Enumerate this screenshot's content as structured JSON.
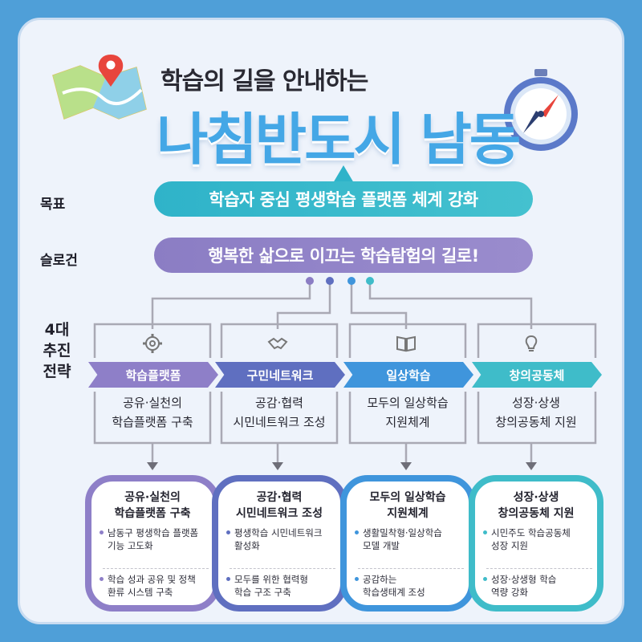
{
  "header": {
    "subtitle": "학습의 길을 안내하는",
    "title": "나침반도시 남동"
  },
  "labels": {
    "goal": "목표",
    "slogan": "슬로건",
    "strategy": "4대\n추진\n전략"
  },
  "goal_text": "학습자 중심 평생학습 플랫폼 체계 강화",
  "slogan_text": "행복한 삶으로 이끄는 학습탐험의 길로!",
  "strategies": [
    {
      "name": "학습플랫폼",
      "icon": "gear-icon",
      "color": "#8e7fc8",
      "desc_line1": "공유·실천의",
      "desc_line2": "학습플랫폼 구축",
      "card_title_line1": "공유·실천의",
      "card_title_line2": "학습플랫폼 구축",
      "items": [
        {
          "line1": "남동구 평생학습 플랫폼",
          "line2": "기능 고도화"
        },
        {
          "line1": "학습 성과 공유 및 정책",
          "line2": "환류 시스템 구축"
        }
      ]
    },
    {
      "name": "구민네트워크",
      "icon": "handshake-icon",
      "color": "#5f6fc0",
      "desc_line1": "공감·협력",
      "desc_line2": "시민네트워크 조성",
      "card_title_line1": "공감·협력",
      "card_title_line2": "시민네트워크 조성",
      "items": [
        {
          "line1": "평생학습 시민네트워크",
          "line2": "활성화"
        },
        {
          "line1": "모두를 위한 협력형",
          "line2": "학습 구조 구축"
        }
      ]
    },
    {
      "name": "일상학습",
      "icon": "book-icon",
      "color": "#3f95dc",
      "desc_line1": "모두의 일상학습",
      "desc_line2": "지원체계",
      "card_title_line1": "모두의 일상학습",
      "card_title_line2": "지원체계",
      "items": [
        {
          "line1": "생활밀착형·일상학습",
          "line2": "모델 개발"
        },
        {
          "line1": "공감하는",
          "line2": "학습생태계 조성"
        }
      ]
    },
    {
      "name": "창의공동체",
      "icon": "lightbulb-icon",
      "color": "#3fbcc9",
      "desc_line1": "성장·상생",
      "desc_line2": "창의공동체 지원",
      "card_title_line1": "성장·상생",
      "card_title_line2": "창의공동체 지원",
      "items": [
        {
          "line1": "시민주도 학습공동체",
          "line2": "성장 지원"
        },
        {
          "line1": "성장·상생형 학습",
          "line2": "역량 강화"
        }
      ]
    }
  ],
  "colors": {
    "title_blue": "#44a7e6",
    "goal_teal": "#2fb3c9",
    "slogan_purple": "#8b7dc4",
    "frame_bg": "#eef3fb",
    "outer_bg": "#4f9fd8"
  }
}
